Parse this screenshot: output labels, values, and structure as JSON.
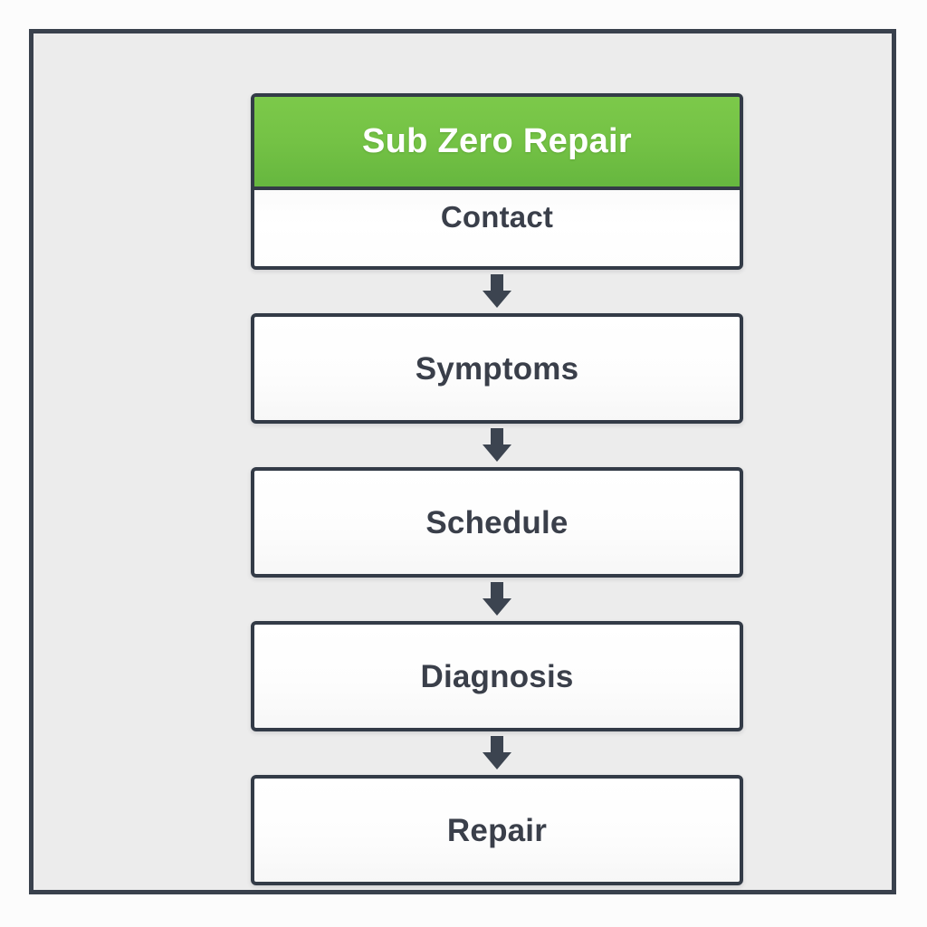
{
  "diagram": {
    "type": "flowchart",
    "orientation": "vertical",
    "title": "Sub Zero Repair",
    "header": {
      "banner_label": "Sub Zero Repair",
      "banner_color": "#74c245",
      "banner_text_color": "#ffffff",
      "first_step_label": "Contact"
    },
    "steps": [
      {
        "label": "Contact"
      },
      {
        "label": "Symptoms"
      },
      {
        "label": "Schedule"
      },
      {
        "label": "Diagnosis"
      },
      {
        "label": "Repair"
      }
    ],
    "connectors": [
      {
        "from": "Contact",
        "to": "Symptoms",
        "icon": "arrow-down-icon"
      },
      {
        "from": "Symptoms",
        "to": "Schedule",
        "icon": "arrow-down-icon"
      },
      {
        "from": "Schedule",
        "to": "Diagnosis",
        "icon": "arrow-down-icon"
      },
      {
        "from": "Diagnosis",
        "to": "Repair",
        "icon": "arrow-down-icon"
      }
    ],
    "colors": {
      "frame_border": "#39414d",
      "canvas_background": "#ececec",
      "page_background": "#fcfcfc",
      "node_border": "#333b47",
      "node_fill": "#fdfdfd",
      "node_text": "#3a3f4a",
      "arrow": "#3c4450",
      "accent_green": "#74c245"
    }
  }
}
